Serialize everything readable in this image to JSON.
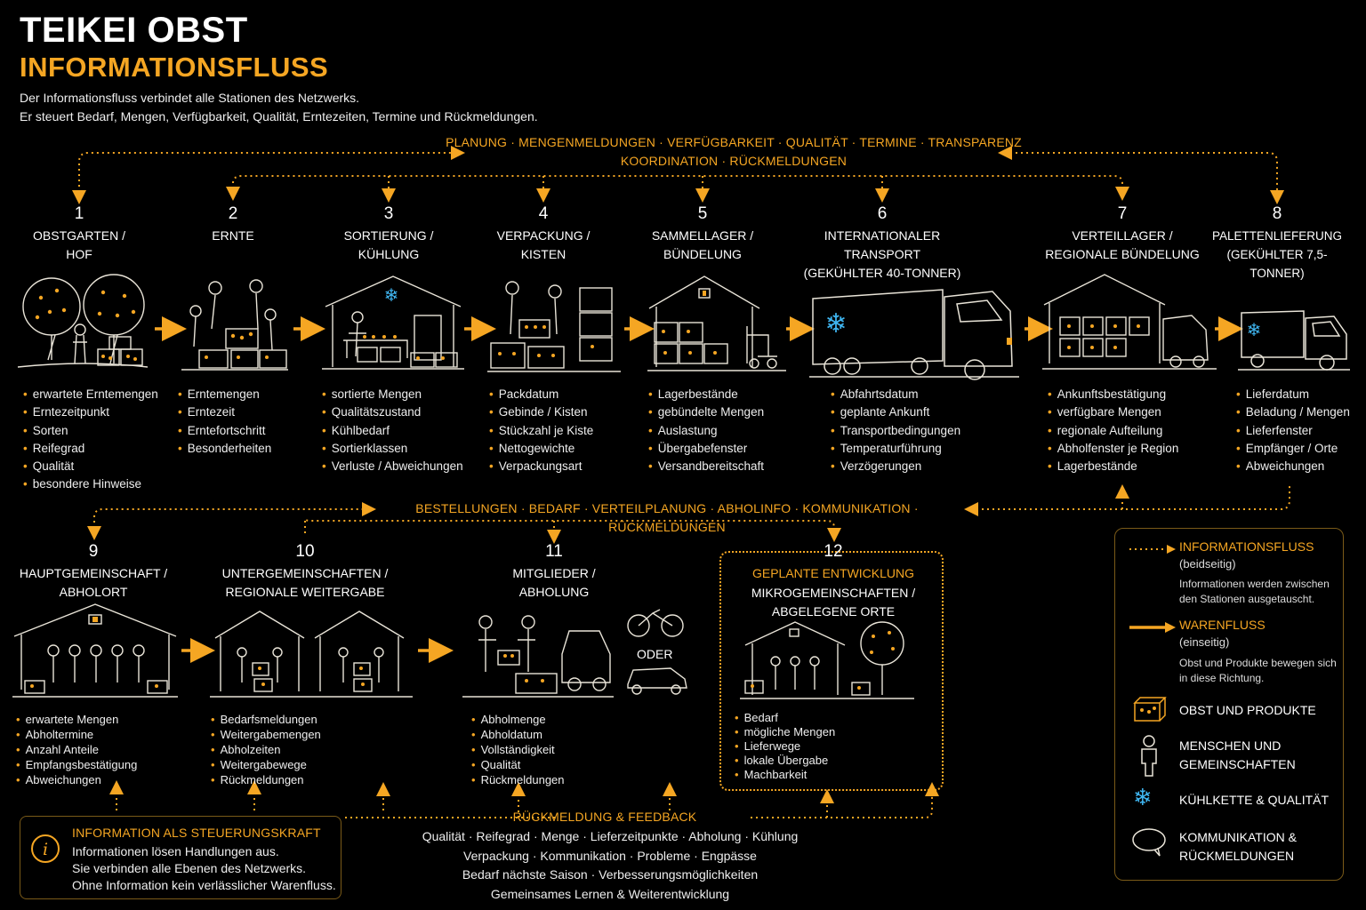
{
  "header": {
    "title_line1": "TEIKEI OBST",
    "title_line2": "INFORMATIONSFLUSS",
    "intro": [
      "Der Informationsfluss verbindet alle Stationen des Netzwerks.",
      "Er steuert Bedarf, Mengen, Verfügbarkeit, Qualität, Erntezeiten, Termine und Rückmeldungen."
    ]
  },
  "top_band": {
    "line1": "PLANUNG · MENGENMELDUNGEN · VERFÜGBARKEIT · QUALITÄT · TERMINE · TRANSPARENZ",
    "line2": "KOORDINATION · RÜCKMELDUNGEN"
  },
  "middle_band": "BESTELLUNGEN · BEDARF · VERTEILPLANUNG · ABHOLINFO · KOMMUNIKATION · RÜCKMELDUNGEN",
  "steps": [
    {
      "num": "1",
      "title": [
        "OBSTGARTEN /",
        "HOF"
      ],
      "items": [
        "erwartete Erntemengen",
        "Erntezeitpunkt",
        "Sorten",
        "Reifegrad",
        "Qualität",
        "besondere Hinweise"
      ]
    },
    {
      "num": "2",
      "title": [
        "ERNTE"
      ],
      "items": [
        "Erntemengen",
        "Erntezeit",
        "Erntefortschritt",
        "Besonderheiten"
      ]
    },
    {
      "num": "3",
      "title": [
        "SORTIERUNG /",
        "KÜHLUNG"
      ],
      "items": [
        "sortierte Mengen",
        "Qualitätszustand",
        "Kühlbedarf",
        "Sortierklassen",
        "Verluste / Abweichungen"
      ]
    },
    {
      "num": "4",
      "title": [
        "VERPACKUNG /",
        "KISTEN"
      ],
      "items": [
        "Packdatum",
        "Gebinde / Kisten",
        "Stückzahl je Kiste",
        "Nettogewichte",
        "Verpackungsart"
      ]
    },
    {
      "num": "5",
      "title": [
        "SAMMELLAGER /",
        "BÜNDELUNG"
      ],
      "items": [
        "Lagerbestände",
        "gebündelte Mengen",
        "Auslastung",
        "Übergabefenster",
        "Versandbereitschaft"
      ]
    },
    {
      "num": "6",
      "title": [
        "INTERNATIONALER",
        "TRANSPORT",
        "(GEKÜHLTER 40-TONNER)"
      ],
      "items": [
        "Abfahrtsdatum",
        "geplante Ankunft",
        "Transportbedingungen",
        "Temperaturführung",
        "Verzögerungen"
      ]
    },
    {
      "num": "7",
      "title": [
        "VERTEILLAGER /",
        "REGIONALE BÜNDELUNG"
      ],
      "items": [
        "Ankunftsbestätigung",
        "verfügbare Mengen",
        "regionale Aufteilung",
        "Abholfenster je Region",
        "Lagerbestände"
      ]
    },
    {
      "num": "8",
      "title": [
        "PALETTENLIEFERUNG",
        "(GEKÜHLTER 7,5-TONNER)"
      ],
      "items": [
        "Lieferdatum",
        "Beladung / Mengen",
        "Lieferfenster",
        "Empfänger / Orte",
        "Abweichungen"
      ]
    },
    {
      "num": "9",
      "title": [
        "HAUPTGEMEINSCHAFT /",
        "ABHOLORT"
      ],
      "items": [
        "erwartete Mengen",
        "Abholtermine",
        "Anzahl Anteile",
        "Empfangsbestätigung",
        "Abweichungen"
      ]
    },
    {
      "num": "10",
      "title": [
        "UNTERGEMEINSCHAFTEN /",
        "REGIONALE WEITERGABE"
      ],
      "items": [
        "Bedarfsmeldungen",
        "Weitergabemengen",
        "Abholzeiten",
        "Weitergabewege",
        "Rückmeldungen"
      ]
    },
    {
      "num": "11",
      "title": [
        "MITGLIEDER /",
        "ABHOLUNG"
      ],
      "items": [
        "Abholmenge",
        "Abholdatum",
        "Vollständigkeit",
        "Qualität",
        "Rückmeldungen"
      ]
    },
    {
      "num": "12",
      "tag": "GEPLANTE ENTWICKLUNG",
      "title": [
        "MIKROGEMEINSCHAFTEN /",
        "ABGELEGENE ORTE"
      ],
      "items": [
        "Bedarf",
        "mögliche Mengen",
        "Lieferwege",
        "lokale Übergabe",
        "Machbarkeit"
      ]
    }
  ],
  "oder_label": "ODER",
  "info_box": {
    "title": "INFORMATION ALS STEUERUNGSKRAFT",
    "lines": [
      "Informationen lösen Handlungen aus.",
      "Sie verbinden alle Ebenen des Netzwerks.",
      "Ohne Information kein verlässlicher Warenfluss."
    ]
  },
  "feedback": {
    "title": "RÜCKMELDUNG & FEEDBACK",
    "lines": [
      "Qualität · Reifegrad · Menge · Lieferzeitpunkte · Abholung · Kühlung",
      "Verpackung · Kommunikation · Probleme · Engpässe",
      "Bedarf nächste Saison · Verbesserungsmöglichkeiten",
      "Gemeinsames Lernen & Weiterentwicklung"
    ]
  },
  "legend": {
    "info_title": "INFORMATIONSFLUSS",
    "info_sub": "(beidseitig)",
    "info_desc": [
      "Informationen werden zwischen",
      "den Stationen ausgetauscht."
    ],
    "goods_title": "WARENFLUSS",
    "goods_sub": "(einseitig)",
    "goods_desc": [
      "Obst und Produkte bewegen sich",
      "in diese Richtung."
    ],
    "fruit": "OBST UND PRODUKTE",
    "people": [
      "MENSCHEN UND",
      "GEMEINSCHAFTEN"
    ],
    "cold": "KÜHLKETTE & QUALITÄT",
    "comm": [
      "KOMMUNIKATION &",
      "RÜCKMELDUNGEN"
    ]
  },
  "colors": {
    "accent": "#f5a623",
    "background": "#000000",
    "text": "#ffffff",
    "cold": "#3fb5f0"
  }
}
